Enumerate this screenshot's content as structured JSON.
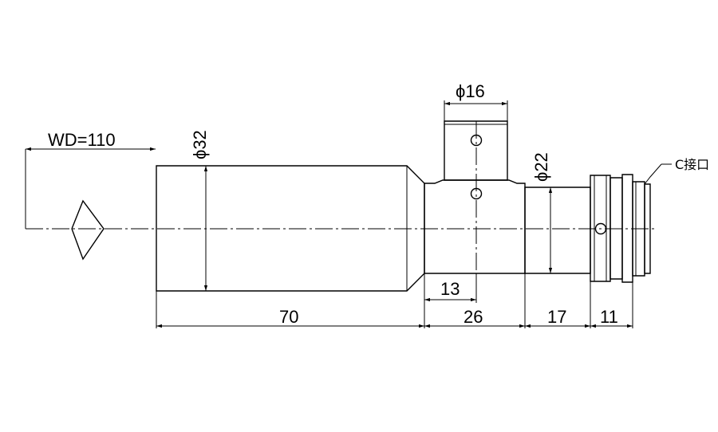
{
  "labels": {
    "working_distance": "WD=110",
    "dia_front": "ϕ32",
    "dia_side_port": "ϕ16",
    "dia_rear": "ϕ22",
    "mount": "C接口",
    "len_13": "13",
    "len_70": "70",
    "len_26": "26",
    "len_17": "17",
    "len_11": "11"
  }
}
